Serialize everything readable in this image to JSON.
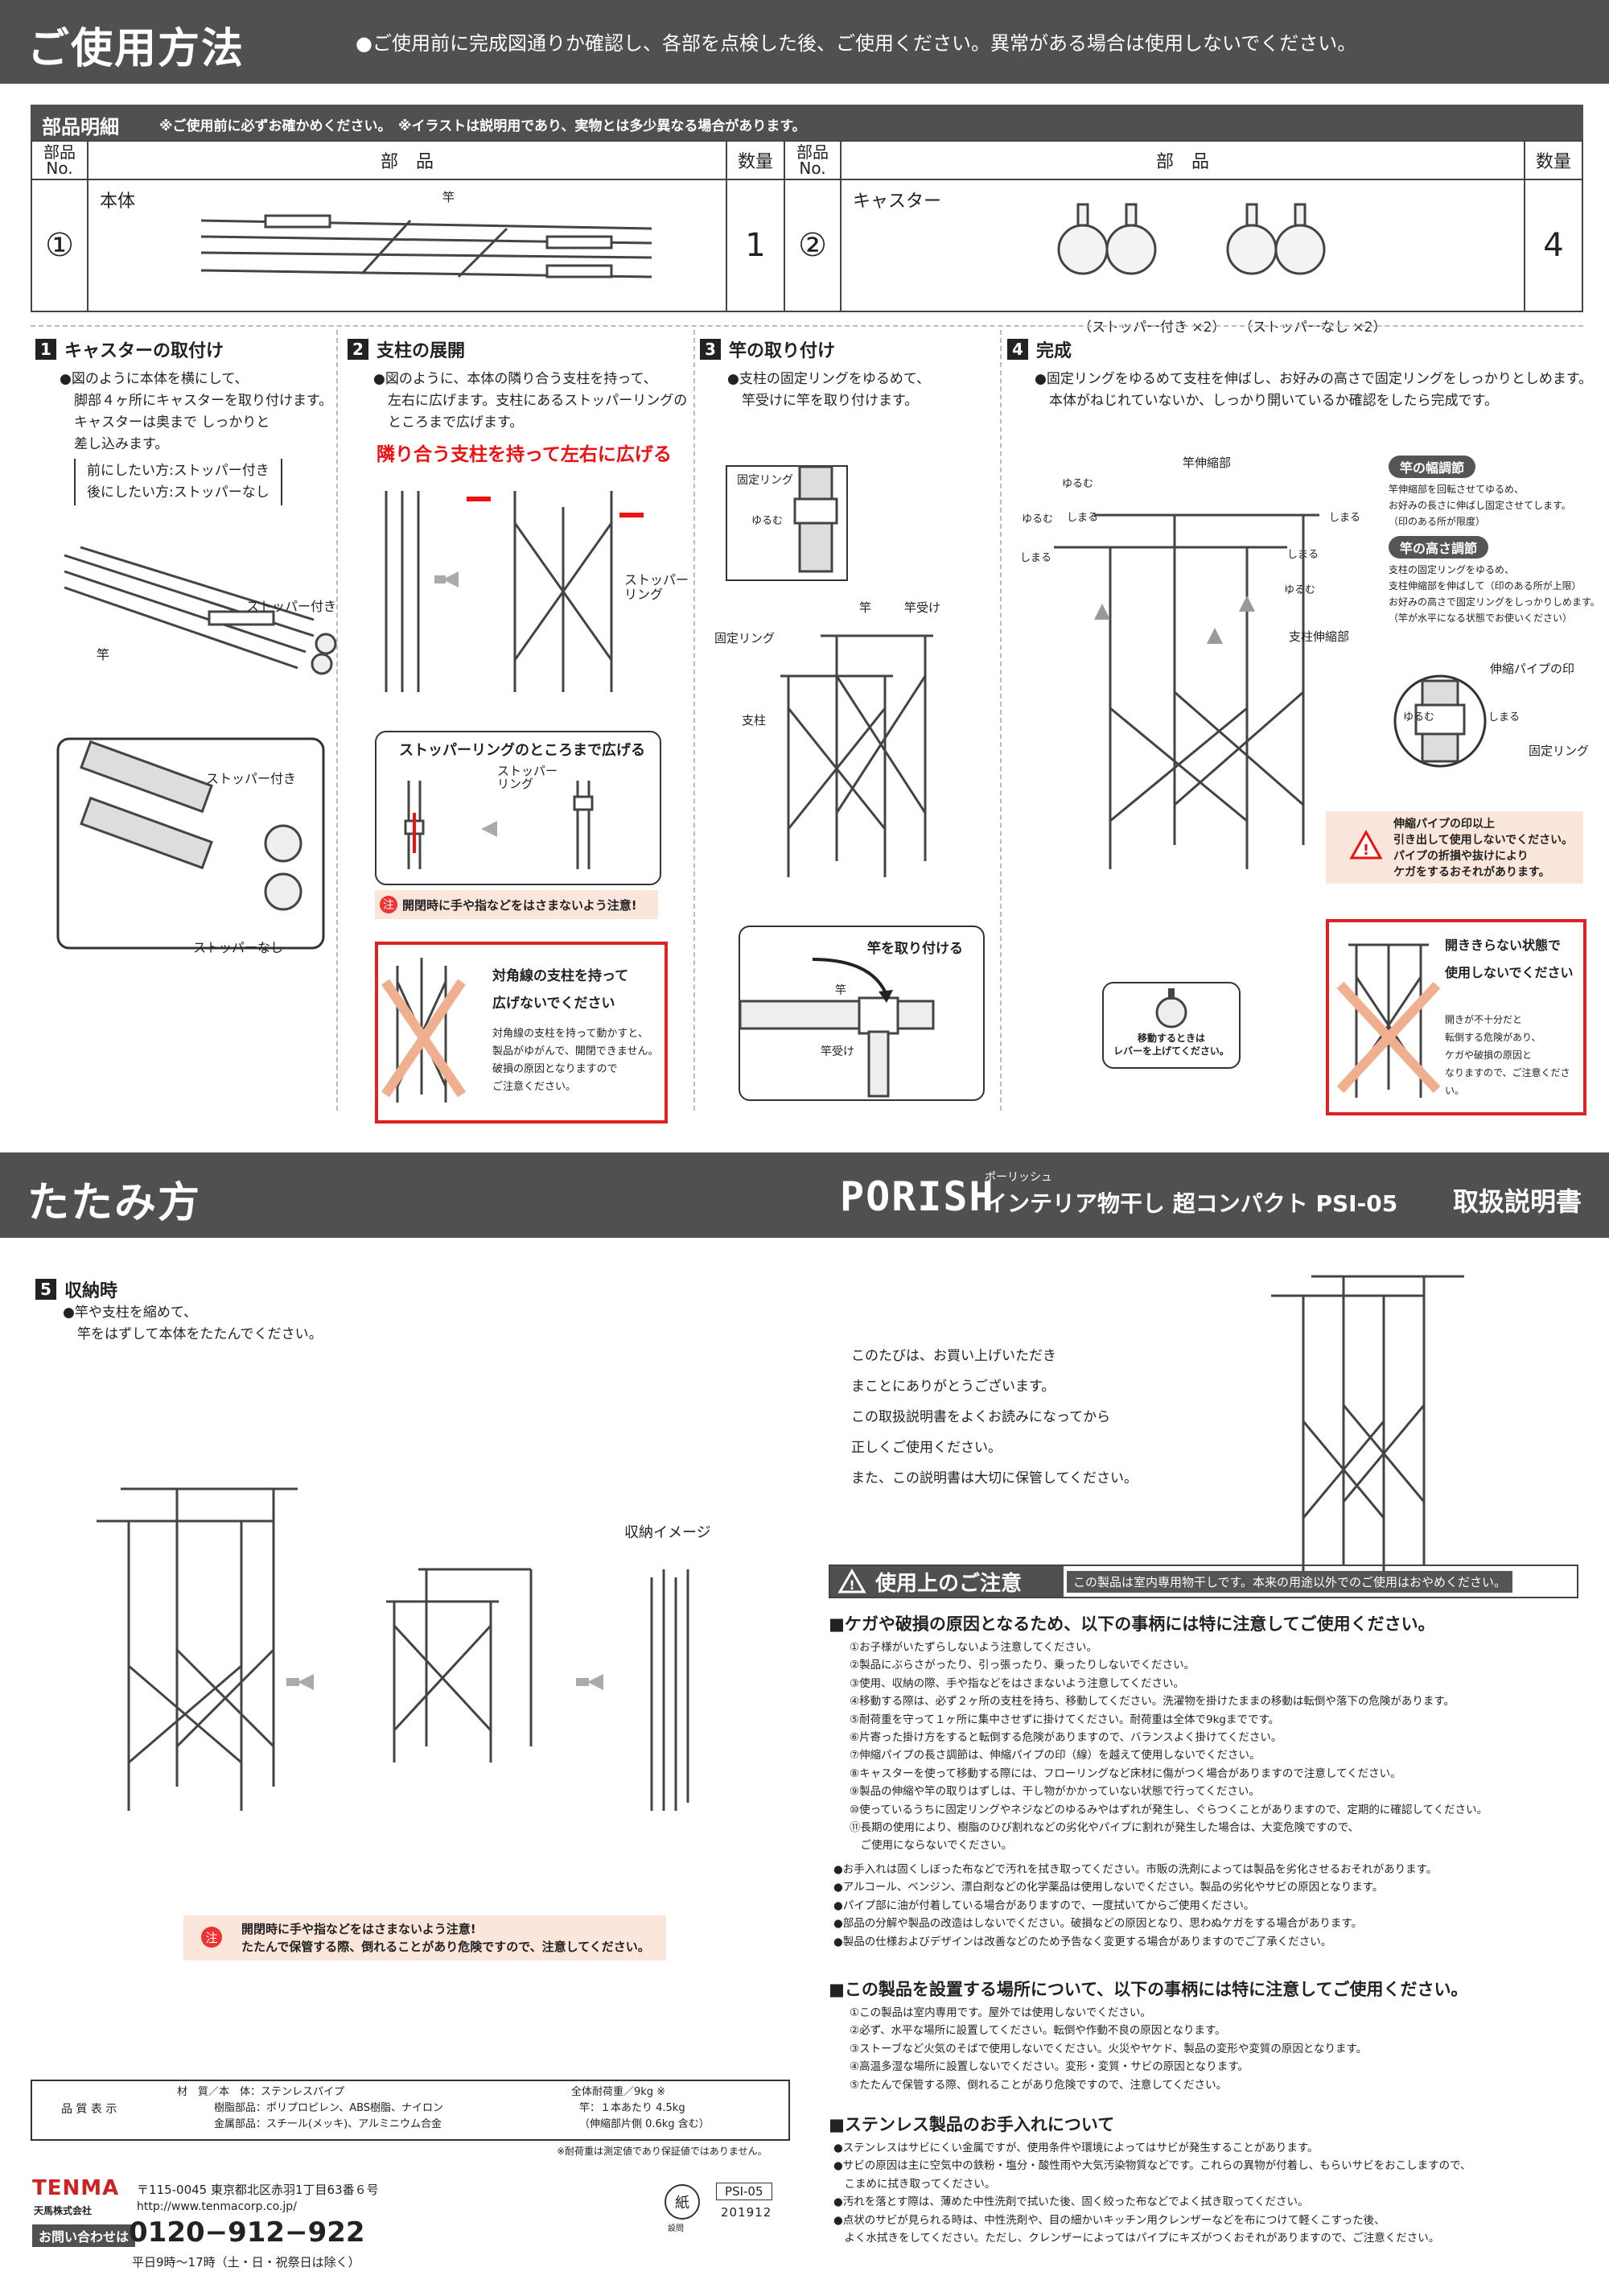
{
  "usage": {
    "title": "ご使用方法",
    "header_note": "●ご使用前に完成図通りか確認し、各部を点検した後、ご使用ください。異常がある場合は使用しないでください。"
  },
  "parts": {
    "title": "部品明細",
    "note": "※ご使用前に必ずお確かめください。　※イラストは説明用であり、実物とは多少異なる場合があります。",
    "col_no": "部品\nNo.",
    "col_part": "部　品",
    "col_qty": "数量",
    "items": [
      {
        "no": "①",
        "name": "本体",
        "label": "竿",
        "qty": "1"
      },
      {
        "no": "②",
        "name": "キャスター",
        "label1": "（ストッパー付き ×2）",
        "label2": "（ストッパーなし ×2）",
        "qty": "4"
      }
    ]
  },
  "steps": [
    {
      "num": "1",
      "title": "キャスターの取付け",
      "text": [
        "●図のように本体を横にして、",
        "脚部４ヶ所にキャスターを取り付けます。",
        "キャスターは奥まで しっかりと",
        "差し込みます。"
      ],
      "bracket": [
        "前にしたい方:ストッパー付き",
        "後にしたい方:ストッパーなし"
      ],
      "labels": {
        "stopper_yes": "ストッパー付き",
        "rod": "竿",
        "stopper_yes2": "ストッパー付き",
        "stopper_no": "ストッパーなし"
      }
    },
    {
      "num": "2",
      "title": "支柱の展開",
      "text": [
        "●図のように、本体の隣り合う支柱を持って、",
        "左右に広げます。支柱にあるストッパーリングの",
        "ところまで広げます。"
      ],
      "emphasis": "隣り合う支柱を持って左右に広げる",
      "labels": {
        "stopper_ring": "ストッパー\nリング",
        "spread_title": "ストッパーリングのところまで広げる",
        "stopper_ring2": "ストッパー\nリング"
      },
      "caution": "開閉時に手や指などをはさまないよう注意!",
      "warn_title": "対角線の支柱を持って\n広げないでください",
      "warn_text": [
        "対角線の支柱を持って動かすと、",
        "製品がゆがんで、開閉できません。",
        "破損の原因となりますので",
        "ご注意ください。"
      ]
    },
    {
      "num": "3",
      "title": "竿の取り付け",
      "text": [
        "●支柱の固定リングをゆるめて、",
        "竿受けに竿を取り付けます。"
      ],
      "labels": {
        "fix_ring": "固定リング",
        "loosen": "ゆるむ",
        "rod": "竿",
        "rod_holder": "竿受け",
        "fix_ring2": "固定リング",
        "pillar": "支柱",
        "attach": "竿を取り付ける",
        "rod2": "竿",
        "rod_holder2": "竿受け"
      }
    },
    {
      "num": "4",
      "title": "完成",
      "text": [
        "●固定リングをゆるめて支柱を伸ばし、お好みの高さで固定リングをしっかりとしめます。",
        "本体がねじれていないか、しっかり開いているか確認をしたら完成です。"
      ],
      "labels": {
        "rod_ext": "竿伸縮部",
        "pillar_ext": "支柱伸縮部",
        "loosen": "ゆるむ",
        "tighten": "しまる",
        "pipe_mark": "伸縮パイプの印",
        "fix_ring": "固定リング",
        "move": "移動するときは\nレバーを上げてください。"
      },
      "width_title": "竿の幅調節",
      "width_text": [
        "竿伸縮部を回転させてゆるめ、",
        "お好みの長さに伸ばし固定させてします。",
        "（印のある所が限度）"
      ],
      "height_title": "竿の高さ調節",
      "height_text": [
        "支柱の固定リングをゆるめ、",
        "支柱伸縮部を伸ばして（印のある所が上限）",
        "お好みの高さで固定リングをしっかりしめます。",
        "（竿が水平になる状態でお使いください）"
      ],
      "warn_text": [
        "伸縮パイプの印以上",
        "引き出して使用しないでください。",
        "パイプの折損や抜けにより",
        "ケガをするおそれがあります。"
      ],
      "warn2_title": "開ききらない状態で\n使用しないでください",
      "warn2_text": [
        "開きが不十分だと",
        "転倒する危険があり、",
        "ケガや破損の原因と",
        "なりますので、ご注意ください。"
      ]
    }
  ],
  "fold": {
    "title": "たたみ方",
    "brand": "PORISH",
    "ruby": "ポーリッシュ",
    "product": "インテリア物干し 超コンパクト PSI-05",
    "manual": "取扱説明書",
    "step_num": "5",
    "step_title": "収納時",
    "step_text": [
      "●竿や支柱を縮めて、",
      "竿をはずして本体をたたんでください。"
    ],
    "storage_label": "収納イメージ",
    "caution": [
      "開閉時に手や指などをはさまないよう注意!",
      "たたんで保管する際、倒れることがあり危険ですので、注意してください。"
    ]
  },
  "thanks": [
    "このたびは、お買い上げいただき",
    "まことにありがとうございます。",
    "この取扱説明書をよくお読みになってから",
    "正しくご使用ください。",
    "また、この説明書は大切に保管してください。"
  ],
  "caution": {
    "title": "使用上のご注意",
    "subtitle": "この製品は室内専用物干しです。本来の用途以外でのご使用はおやめください。",
    "sec1_title": "■ケガや破損の原因となるため、以下の事柄には特に注意してご使用ください。",
    "sec1_items": [
      "①お子様がいたずらしないよう注意してください。",
      "②製品にぶらさがったり、引っ張ったり、乗ったりしないでください。",
      "③使用、収納の際、手や指などをはさまないよう注意してください。",
      "④移動する際は、必ず２ヶ所の支柱を持ち、移動してください。洗濯物を掛けたままの移動は転倒や落下の危険があります。",
      "⑤耐荷重を守って１ヶ所に集中させずに掛けてください。耐荷重は全体で9kgまでです。",
      "⑥片寄った掛け方をすると転倒する危険がありますので、バランスよく掛けてください。",
      "⑦伸縮パイプの長さ調節は、伸縮パイプの印（線）を越えて使用しないでください。",
      "⑧キャスターを使って移動する際には、フローリングなど床材に傷がつく場合がありますので注意してください。",
      "⑨製品の伸縮や竿の取りはずしは、干し物がかかっていない状態で行ってください。",
      "⑩使っているうちに固定リングやネジなどのゆるみやはずれが発生し、ぐらつくことがありますので、定期的に確認してください。",
      "⑪長期の使用により、樹脂のひび割れなどの劣化やパイプに割れが発生した場合は、大変危険ですので、",
      "　ご使用にならないでください。"
    ],
    "care_items": [
      "●お手入れは固くしぼった布などで汚れを拭き取ってください。市販の洗剤によっては製品を劣化させるおそれがあります。",
      "●アルコール、ベンジン、漂白剤などの化学薬品は使用しないでください。製品の劣化やサビの原因となります。",
      "●パイプ部に油が付着している場合がありますので、一度拭いてからご使用ください。",
      "●部品の分解や製品の改造はしないでください。破損などの原因となり、思わぬケガをする場合があります。",
      "●製品の仕様およびデザインは改善などのため予告なく変更する場合がありますのでご了承ください。"
    ],
    "sec2_title": "■この製品を設置する場所について、以下の事柄には特に注意してご使用ください。",
    "sec2_items": [
      "①この製品は室内専用です。屋外では使用しないでください。",
      "②必ず、水平な場所に設置してください。転倒や作動不良の原因となります。",
      "③ストーブなど火気のそばで使用しないでください。火災やヤケド、製品の変形や変質の原因となります。",
      "④高温多湿な場所に設置しないでください。変形・変質・サビの原因となります。",
      "⑤たたんで保管する際、倒れることがあり危険ですので、注意してください。"
    ],
    "sec3_title": "■ステンレス製品のお手入れについて",
    "sec3_items": [
      "●ステンレスはサビにくい金属ですが、使用条件や環境によってはサビが発生することがあります。",
      "●サビの原因は主に空気中の鉄粉・塩分・酸性雨や大気汚染物質などです。これらの異物が付着し、もらいサビをおこしますので、",
      "　こまめに拭き取ってください。",
      "●汚れを落とす際は、薄めた中性洗剤で拭いた後、固く絞った布などでよく拭き取ってください。",
      "●点状のサビが見られる時は、中性洗剤や、目の細かいキッチン用クレンザーなどを布につけて軽くこすった後、",
      "　よく水拭きをしてください。ただし、クレンザーによってはパイプにキズがつくおそれがありますので、ご注意ください。"
    ]
  },
  "quality": {
    "label": "品 質 表 示",
    "lines": [
      "材　質／本　体：ステンレスパイプ",
      "樹脂部品：ポリプロピレン、ABS樹脂、ナイロン",
      "金属部品：スチール(メッキ)、アルミニウム合金"
    ],
    "load_title": "全体耐荷重／9kg ※",
    "load_lines": [
      "竿：１本あたり 4.5kg",
      "（伸縮部片側 0.6kg 含む）"
    ],
    "footnote": "※耐荷重は測定値であり保証値ではありません。"
  },
  "company": {
    "logo": "TENMA",
    "name": "天馬株式会社",
    "address": "〒115-0045 東京都北区赤羽1丁目63番６号",
    "url": "http://www.tenmacorp.co.jp/",
    "contact_label": "お問い合わせは",
    "phone": "0120−912−922",
    "hours": "平日9時〜17時（土・日・祝祭日は除く）",
    "paper_mark": "紙",
    "paper_label": "設問",
    "code": "PSI-05",
    "date": "201912"
  }
}
